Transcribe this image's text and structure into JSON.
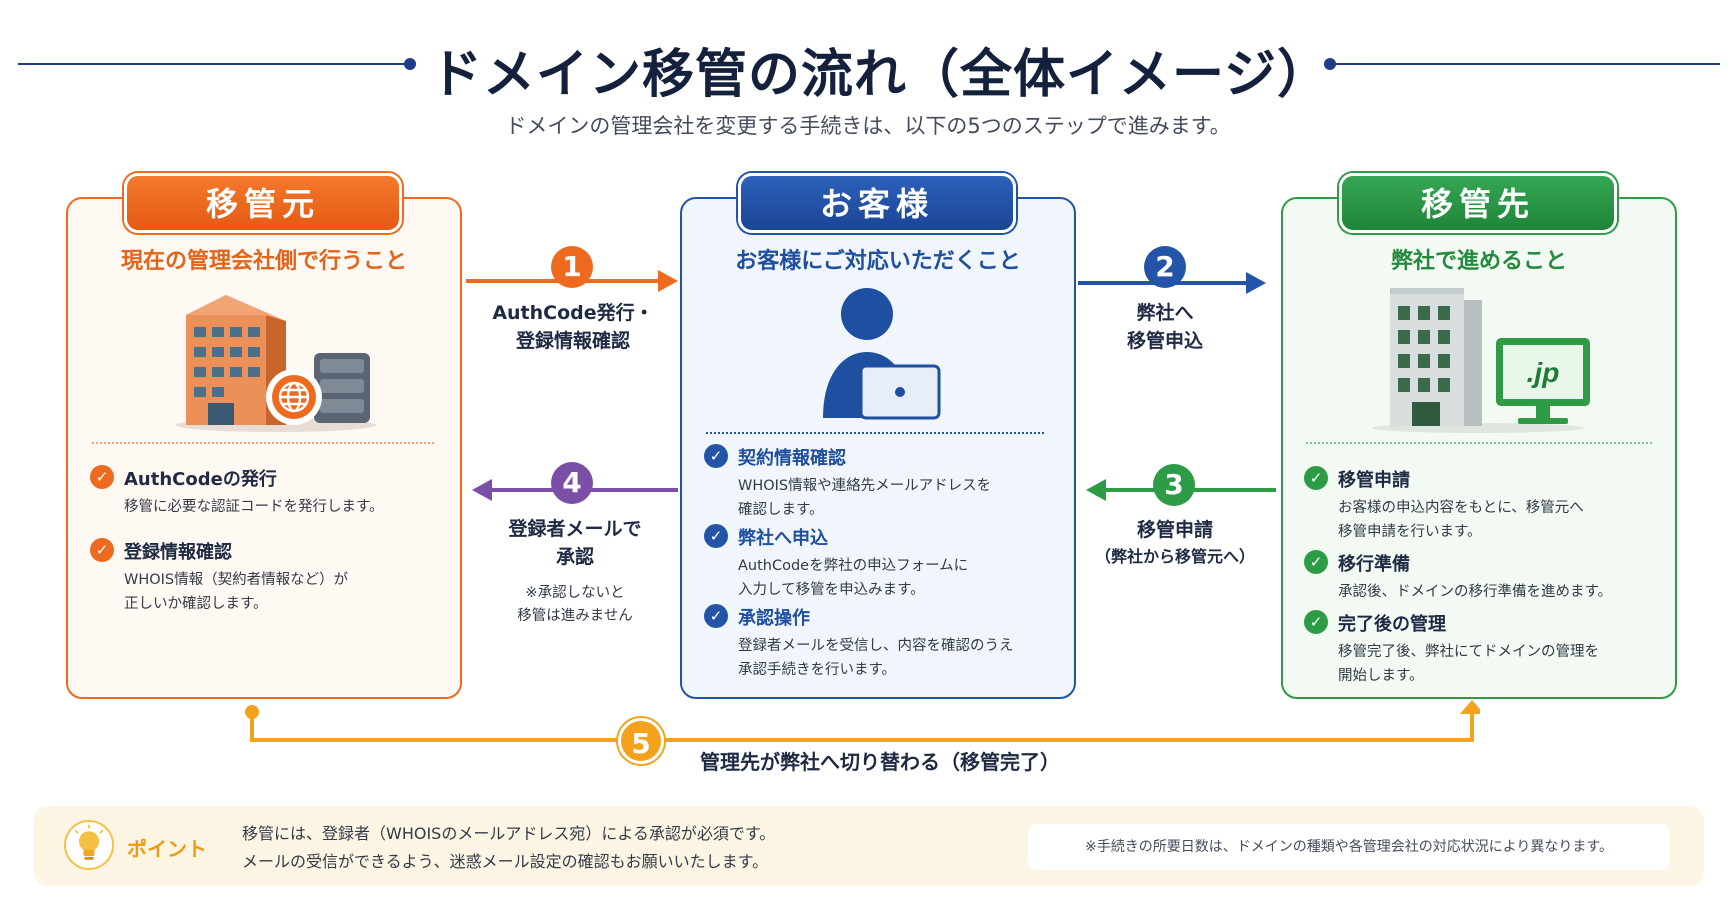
{
  "title": "ドメイン移管の流れ（全体イメージ）",
  "subtitle": "ドメインの管理会社を変更する手続きは、以下の5つのステップで進みます。",
  "colors": {
    "source": "#ee6a1f",
    "customer": "#2354a8",
    "destination": "#2e9b47",
    "step4": "#7b4fa8",
    "step5": "#f3a21c"
  },
  "source": {
    "tab": "移管元",
    "heading": "現在の管理会社側で行うこと",
    "illustration": "office-building-with-server-icon",
    "items": [
      {
        "title": "AuthCodeの発行",
        "desc": "移管に必要な認証コードを発行します。"
      },
      {
        "title": "登録情報確認",
        "desc": "WHOIS情報（契約者情報など）が\n正しいか確認します。"
      }
    ]
  },
  "customer": {
    "tab": "お客様",
    "heading": "お客様にご対応いただくこと",
    "illustration": "person-at-laptop-icon",
    "items": [
      {
        "title": "契約情報確認",
        "desc": "WHOIS情報や連絡先メールアドレスを\n確認します。"
      },
      {
        "title": "弊社へ申込",
        "desc": "AuthCodeを弊社の申込フォームに\n入力して移管を申込みます。"
      },
      {
        "title": "承認操作",
        "desc": "登録者メールを受信し、内容を確認のうえ\n承認手続きを行います。"
      }
    ]
  },
  "destination": {
    "tab": "移管先",
    "heading": "弊社で進めること",
    "illustration": "building-with-jp-monitor-icon",
    "monitor_text": ".jp",
    "items": [
      {
        "title": "移管申請",
        "desc": "お客様の申込内容をもとに、移管元へ\n移管申請を行います。"
      },
      {
        "title": "移行準備",
        "desc": "承認後、ドメインの移行準備を進めます。"
      },
      {
        "title": "完了後の管理",
        "desc": "移管完了後、弊社にてドメインの管理を\n開始します。"
      }
    ]
  },
  "steps": [
    {
      "number": "1",
      "label": "AuthCode発行・\n登録情報確認",
      "note": ""
    },
    {
      "number": "2",
      "label": "弊社へ\n移管申込",
      "note": ""
    },
    {
      "number": "3",
      "label": "移管申請",
      "note": "（弊社から移管元へ）"
    },
    {
      "number": "4",
      "label": "登録者メールで\n承認",
      "note": "※承認しないと\n移管は進みません"
    },
    {
      "number": "5",
      "label": "管理先が弊社へ切り替わる（移管完了）",
      "note": ""
    }
  ],
  "point": {
    "label": "ポイント",
    "icon": "lightbulb-icon",
    "text": "移管には、登録者（WHOISのメールアドレス宛）による承認が必須です。\nメールの受信ができるよう、迷惑メール設定の確認もお願いいたします。",
    "note": "※手続きの所要日数は、ドメインの種類や各管理会社の対応状況により異なります。"
  }
}
